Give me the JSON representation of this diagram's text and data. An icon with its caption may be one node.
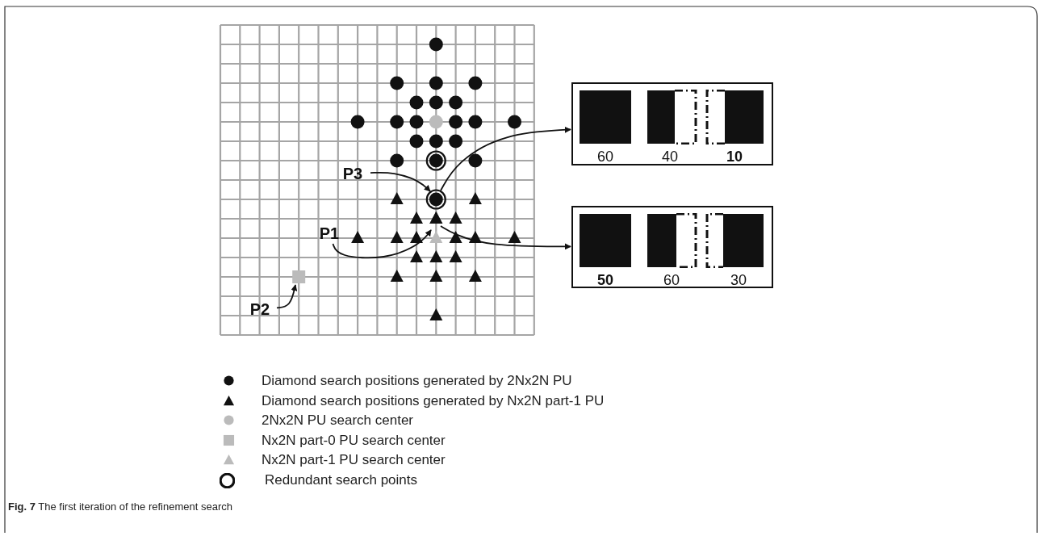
{
  "diagram": {
    "caption": "**Fig. 7** The first iteration of the refinement search",
    "nodes": [
      {
        "text": [
          "60",
          "40",
          "10"
        ]
      },
      {
        "text": [
          "50",
          "60",
          "30"
        ]
      },
      {
        "text": [
          "P3"
        ]
      },
      {
        "text": [
          "P1"
        ]
      },
      {
        "text": [
          "P2"
        ]
      }
    ],
    "edges": [
      {
        "from": 2,
        "to": null,
        "arrow": "to"
      },
      {
        "from": 3,
        "to": null,
        "arrow": "to"
      },
      {
        "from": 4,
        "to": null,
        "arrow": "to"
      },
      {
        "from": null,
        "to": 0,
        "arrow": "to"
      },
      {
        "from": null,
        "to": 1,
        "arrow": "to"
      }
    ],
    "legend": [
      {
        "text": "Diamond search positions generated by 2Nx2N PU"
      },
      {
        "text": "Diamond search positions generated by Nx2N part-1 PU"
      },
      {
        "text": "2Nx2N PU search center"
      },
      {
        "text": "Nx2N part-0 PU search center"
      },
      {
        "text": "Nx2N part-1 PU search center"
      },
      {
        "text": "Redundant search points"
      }
    ]
  }
}
